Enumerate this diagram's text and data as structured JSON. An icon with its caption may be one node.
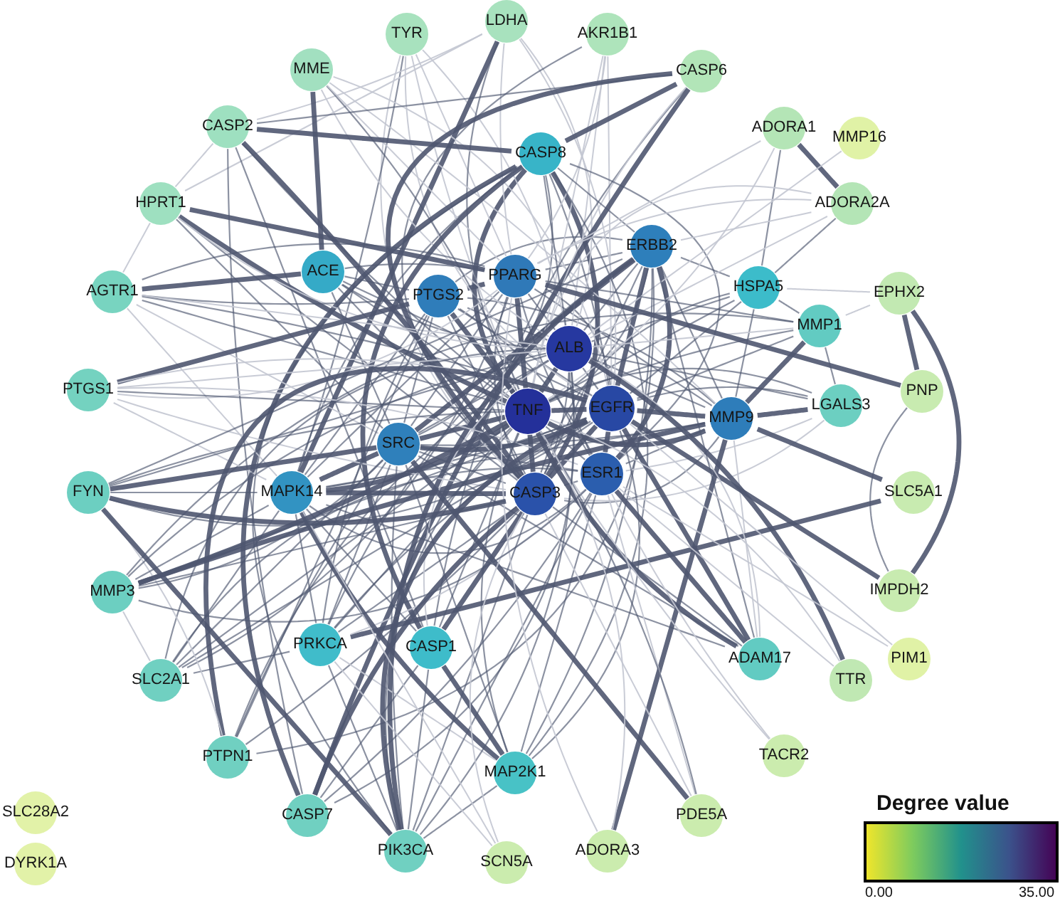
{
  "diagram": {
    "nodes": [
      {
        "text": [
          "TYR"
        ]
      },
      {
        "text": [
          "LDHA"
        ]
      },
      {
        "text": [
          "AKR1B1"
        ]
      },
      {
        "text": [
          "MME"
        ]
      },
      {
        "text": [
          "CASP6"
        ]
      },
      {
        "text": [
          "CASP2"
        ]
      },
      {
        "text": [
          "CASP8"
        ]
      },
      {
        "text": [
          "ADORA1"
        ]
      },
      {
        "text": [
          "MMP16"
        ]
      },
      {
        "text": [
          "HPRT1"
        ]
      },
      {
        "text": [
          "ADORA2A"
        ]
      },
      {
        "text": [
          "ERBB2"
        ]
      },
      {
        "text": [
          "ACE"
        ]
      },
      {
        "text": [
          "PPARG"
        ]
      },
      {
        "text": [
          "AGTR1"
        ]
      },
      {
        "text": [
          "PTGS2"
        ]
      },
      {
        "text": [
          "HSPA5"
        ]
      },
      {
        "text": [
          "EPHX2"
        ]
      },
      {
        "text": [
          "MMP1"
        ]
      },
      {
        "text": [
          "ALB"
        ]
      },
      {
        "text": [
          "PTGS1"
        ]
      },
      {
        "text": [
          "PNP"
        ]
      },
      {
        "text": [
          "TNF"
        ]
      },
      {
        "text": [
          "EGFR"
        ]
      },
      {
        "text": [
          "LGALS3"
        ]
      },
      {
        "text": [
          "MMP9"
        ]
      },
      {
        "text": [
          "SRC"
        ]
      },
      {
        "text": [
          "ESR1"
        ]
      },
      {
        "text": [
          "CASP3"
        ]
      },
      {
        "text": [
          "MAPK14"
        ]
      },
      {
        "text": [
          "FYN"
        ]
      },
      {
        "text": [
          "SLC5A1"
        ]
      },
      {
        "text": [
          "MMP3"
        ]
      },
      {
        "text": [
          "IMPDH2"
        ]
      },
      {
        "text": [
          "PRKCA"
        ]
      },
      {
        "text": [
          "CASP1"
        ]
      },
      {
        "text": [
          "ADAM17"
        ]
      },
      {
        "text": [
          "TTR"
        ]
      },
      {
        "text": [
          "PIM1"
        ]
      },
      {
        "text": [
          "SLC2A1"
        ]
      },
      {
        "text": [
          "PTPN1"
        ]
      },
      {
        "text": [
          "MAP2K1"
        ]
      },
      {
        "text": [
          "TACR2"
        ]
      },
      {
        "text": [
          "CASP7"
        ]
      },
      {
        "text": [
          "PDE5A"
        ]
      },
      {
        "text": [
          "PIK3CA"
        ]
      },
      {
        "text": [
          "SCN5A"
        ]
      },
      {
        "text": [
          "ADORA3"
        ]
      },
      {
        "text": [
          "SLC28A2"
        ]
      },
      {
        "text": [
          "DYRK1A"
        ]
      }
    ],
    "edges": [
      {
        "from": 22,
        "to": 23,
        "arrow": "none",
        "style": "thick"
      },
      {
        "from": 22,
        "to": 19,
        "arrow": "none",
        "style": "thick"
      },
      {
        "from": 22,
        "to": 28,
        "arrow": "none",
        "style": "thick"
      },
      {
        "from": 22,
        "to": 27,
        "arrow": "none"
      },
      {
        "from": 22,
        "to": 13,
        "arrow": "none",
        "style": "thick"
      },
      {
        "from": 22,
        "to": 11,
        "arrow": "none"
      },
      {
        "from": 22,
        "to": 25,
        "arrow": "none",
        "style": "thick"
      },
      {
        "from": 22,
        "to": 26,
        "arrow": "none",
        "style": "thick"
      },
      {
        "from": 22,
        "to": 15,
        "arrow": "none",
        "style": "thick"
      },
      {
        "from": 22,
        "to": 29,
        "arrow": "none",
        "style": "thick"
      },
      {
        "from": 22,
        "to": 6,
        "arrow": "none",
        "style": "thick"
      },
      {
        "from": 22,
        "to": 12,
        "arrow": "none"
      },
      {
        "from": 22,
        "to": 16,
        "arrow": "none"
      },
      {
        "from": 23,
        "to": 19,
        "arrow": "none"
      },
      {
        "from": 23,
        "to": 28,
        "arrow": "none",
        "style": "thick"
      },
      {
        "from": 23,
        "to": 27,
        "arrow": "none",
        "style": "thick"
      },
      {
        "from": 23,
        "to": 13,
        "arrow": "none"
      },
      {
        "from": 23,
        "to": 11,
        "arrow": "none",
        "style": "thick"
      },
      {
        "from": 23,
        "to": 25,
        "arrow": "none",
        "style": "thick"
      },
      {
        "from": 23,
        "to": 26,
        "arrow": "none",
        "style": "thick"
      },
      {
        "from": 23,
        "to": 15,
        "arrow": "none"
      },
      {
        "from": 23,
        "to": 29,
        "arrow": "none"
      },
      {
        "from": 23,
        "to": 6,
        "arrow": "none"
      },
      {
        "from": 23,
        "to": 12,
        "arrow": "none"
      },
      {
        "from": 23,
        "to": 16,
        "arrow": "none"
      },
      {
        "from": 19,
        "to": 28,
        "arrow": "none"
      },
      {
        "from": 19,
        "to": 27,
        "arrow": "none"
      },
      {
        "from": 19,
        "to": 13,
        "arrow": "none"
      },
      {
        "from": 19,
        "to": 11,
        "arrow": "none"
      },
      {
        "from": 19,
        "to": 25,
        "arrow": "none"
      },
      {
        "from": 19,
        "to": 26,
        "arrow": "none"
      },
      {
        "from": 19,
        "to": 15,
        "arrow": "none"
      },
      {
        "from": 19,
        "to": 12,
        "arrow": "none"
      },
      {
        "from": 19,
        "to": 16,
        "arrow": "none"
      },
      {
        "from": 28,
        "to": 27,
        "arrow": "none"
      },
      {
        "from": 28,
        "to": 13,
        "arrow": "none"
      },
      {
        "from": 28,
        "to": 11,
        "arrow": "none"
      },
      {
        "from": 28,
        "to": 25,
        "arrow": "none"
      },
      {
        "from": 28,
        "to": 26,
        "arrow": "none"
      },
      {
        "from": 28,
        "to": 15,
        "arrow": "none"
      },
      {
        "from": 28,
        "to": 29,
        "arrow": "none",
        "style": "thick"
      },
      {
        "from": 28,
        "to": 6,
        "arrow": "none",
        "style": "thick"
      },
      {
        "from": 28,
        "to": 16,
        "arrow": "none"
      },
      {
        "from": 27,
        "to": 13,
        "arrow": "none"
      },
      {
        "from": 27,
        "to": 11,
        "arrow": "none",
        "style": "thick"
      },
      {
        "from": 27,
        "to": 25,
        "arrow": "none"
      },
      {
        "from": 27,
        "to": 26,
        "arrow": "none"
      },
      {
        "from": 27,
        "to": 15,
        "arrow": "none"
      },
      {
        "from": 27,
        "to": 29,
        "arrow": "none"
      },
      {
        "from": 13,
        "to": 11,
        "arrow": "none"
      },
      {
        "from": 13,
        "to": 25,
        "arrow": "none"
      },
      {
        "from": 13,
        "to": 26,
        "arrow": "none"
      },
      {
        "from": 13,
        "to": 15,
        "arrow": "none",
        "style": "thick"
      },
      {
        "from": 13,
        "to": 29,
        "arrow": "none"
      },
      {
        "from": 13,
        "to": 12,
        "arrow": "none"
      },
      {
        "from": 11,
        "to": 25,
        "arrow": "none"
      },
      {
        "from": 11,
        "to": 26,
        "arrow": "none",
        "style": "thick"
      },
      {
        "from": 11,
        "to": 15,
        "arrow": "none"
      },
      {
        "from": 11,
        "to": 16,
        "arrow": "none"
      },
      {
        "from": 25,
        "to": 26,
        "arrow": "none"
      },
      {
        "from": 25,
        "to": 15,
        "arrow": "none"
      },
      {
        "from": 25,
        "to": 29,
        "arrow": "none"
      },
      {
        "from": 25,
        "to": 16,
        "arrow": "none"
      },
      {
        "from": 26,
        "to": 15,
        "arrow": "none"
      },
      {
        "from": 26,
        "to": 29,
        "arrow": "none",
        "style": "thick"
      },
      {
        "from": 26,
        "to": 6,
        "arrow": "none"
      },
      {
        "from": 15,
        "to": 29,
        "arrow": "none"
      },
      {
        "from": 15,
        "to": 12,
        "arrow": "none"
      },
      {
        "from": 29,
        "to": 6,
        "arrow": "none"
      },
      {
        "from": 0,
        "to": 19,
        "arrow": "none",
        "color": "#c3c7d2"
      },
      {
        "from": 0,
        "to": 13,
        "arrow": "none",
        "color": "#c3c7d2"
      },
      {
        "from": 0,
        "to": 22,
        "arrow": "none",
        "color": "#c3c7d2"
      },
      {
        "from": 0,
        "to": 23,
        "arrow": "none",
        "color": "#c3c7d2"
      },
      {
        "from": 0,
        "to": 28,
        "arrow": "none",
        "color": "#c3c7d2"
      },
      {
        "from": 0,
        "to": 29,
        "arrow": "none"
      },
      {
        "from": 1,
        "to": 29,
        "arrow": "none",
        "style": "thick"
      },
      {
        "from": 1,
        "to": 22,
        "arrow": "none"
      },
      {
        "from": 1,
        "to": 19,
        "arrow": "none",
        "color": "#c3c7d2"
      },
      {
        "from": 1,
        "to": 9,
        "arrow": "none",
        "color": "#c3c7d2"
      },
      {
        "from": 1,
        "to": 5,
        "arrow": "none",
        "color": "#c3c7d2"
      },
      {
        "from": 1,
        "to": 13,
        "arrow": "none",
        "color": "#c3c7d2"
      },
      {
        "from": 1,
        "to": 23,
        "arrow": "none",
        "color": "#c3c7d2"
      },
      {
        "from": 2,
        "to": 19,
        "arrow": "none",
        "color": "#c3c7d2"
      },
      {
        "from": 2,
        "to": 13,
        "arrow": "none",
        "color": "#c3c7d2"
      },
      {
        "from": 2,
        "to": 22,
        "arrow": "none",
        "color": "#c3c7d2"
      },
      {
        "from": 2,
        "to": 23,
        "arrow": "none",
        "color": "#c3c7d2"
      },
      {
        "from": 2,
        "to": 28,
        "arrow": "none"
      },
      {
        "from": 3,
        "to": 12,
        "arrow": "none",
        "style": "thick"
      },
      {
        "from": 3,
        "to": 19,
        "arrow": "none",
        "color": "#c3c7d2"
      },
      {
        "from": 3,
        "to": 22,
        "arrow": "none"
      },
      {
        "from": 3,
        "to": 23,
        "arrow": "none",
        "color": "#c3c7d2"
      },
      {
        "from": 3,
        "to": 25,
        "arrow": "none",
        "color": "#c3c7d2"
      },
      {
        "from": 3,
        "to": 13,
        "arrow": "none",
        "color": "#c3c7d2"
      },
      {
        "from": 4,
        "to": 6,
        "arrow": "none",
        "style": "thick"
      },
      {
        "from": 4,
        "to": 28,
        "arrow": "none",
        "style": "thick"
      },
      {
        "from": 4,
        "to": 43,
        "arrow": "none",
        "style": "thick"
      },
      {
        "from": 4,
        "to": 35,
        "arrow": "none"
      },
      {
        "from": 4,
        "to": 5,
        "arrow": "none"
      },
      {
        "from": 4,
        "to": 22,
        "arrow": "none",
        "color": "#c3c7d2"
      },
      {
        "from": 5,
        "to": 6,
        "arrow": "none",
        "style": "thick"
      },
      {
        "from": 5,
        "to": 28,
        "arrow": "none",
        "style": "thick"
      },
      {
        "from": 5,
        "to": 43,
        "arrow": "none"
      },
      {
        "from": 5,
        "to": 35,
        "arrow": "none"
      },
      {
        "from": 5,
        "to": 9,
        "arrow": "none",
        "color": "#c3c7d2"
      },
      {
        "from": 5,
        "to": 22,
        "arrow": "none"
      },
      {
        "from": 6,
        "to": 43,
        "arrow": "none",
        "style": "thick"
      },
      {
        "from": 6,
        "to": 35,
        "arrow": "none",
        "style": "thick"
      },
      {
        "from": 6,
        "to": 27,
        "arrow": "none"
      },
      {
        "from": 6,
        "to": 45,
        "arrow": "none"
      },
      {
        "from": 6,
        "to": 19,
        "arrow": "none"
      },
      {
        "from": 6,
        "to": 11,
        "arrow": "none"
      },
      {
        "from": 6,
        "to": 41,
        "arrow": "none"
      },
      {
        "from": 7,
        "to": 10,
        "arrow": "none",
        "style": "thick"
      },
      {
        "from": 7,
        "to": 16,
        "arrow": "none"
      },
      {
        "from": 7,
        "to": 13,
        "arrow": "none",
        "color": "#c3c7d2"
      },
      {
        "from": 7,
        "to": 22,
        "arrow": "none",
        "color": "#c3c7d2"
      },
      {
        "from": 8,
        "to": 19,
        "arrow": "none",
        "color": "#c3c7d2"
      },
      {
        "from": 9,
        "to": 14,
        "arrow": "none",
        "color": "#c3c7d2"
      },
      {
        "from": 9,
        "to": 13,
        "arrow": "none",
        "style": "thick"
      },
      {
        "from": 9,
        "to": 22,
        "arrow": "none",
        "style": "thick"
      },
      {
        "from": 9,
        "to": 28,
        "arrow": "none"
      },
      {
        "from": 9,
        "to": 26,
        "arrow": "none"
      },
      {
        "from": 9,
        "to": 19,
        "arrow": "none",
        "color": "#c3c7d2"
      },
      {
        "from": 10,
        "to": 11,
        "arrow": "none",
        "color": "#c3c7d2"
      },
      {
        "from": 10,
        "to": 13,
        "arrow": "none",
        "color": "#c3c7d2"
      },
      {
        "from": 10,
        "to": 16,
        "arrow": "none"
      },
      {
        "from": 10,
        "to": 22,
        "arrow": "none",
        "color": "#c3c7d2"
      },
      {
        "from": 10,
        "to": 19,
        "arrow": "none",
        "color": "#c3c7d2"
      },
      {
        "from": 11,
        "to": 45,
        "arrow": "none",
        "style": "thick"
      },
      {
        "from": 11,
        "to": 40,
        "arrow": "none"
      },
      {
        "from": 11,
        "to": 34,
        "arrow": "none"
      },
      {
        "from": 11,
        "to": 41,
        "arrow": "none"
      },
      {
        "from": 12,
        "to": 14,
        "arrow": "none",
        "style": "thick"
      },
      {
        "from": 12,
        "to": 28,
        "arrow": "none"
      },
      {
        "from": 12,
        "to": 26,
        "arrow": "none"
      },
      {
        "from": 14,
        "to": 13,
        "arrow": "none"
      },
      {
        "from": 14,
        "to": 15,
        "arrow": "none"
      },
      {
        "from": 14,
        "to": 22,
        "arrow": "none"
      },
      {
        "from": 14,
        "to": 23,
        "arrow": "none"
      },
      {
        "from": 14,
        "to": 19,
        "arrow": "none",
        "color": "#c3c7d2"
      },
      {
        "from": 14,
        "to": 26,
        "arrow": "none",
        "color": "#c3c7d2"
      },
      {
        "from": 14,
        "to": 29,
        "arrow": "none",
        "color": "#c3c7d2"
      },
      {
        "from": 16,
        "to": 17,
        "arrow": "none",
        "color": "#c3c7d2"
      },
      {
        "from": 16,
        "to": 18,
        "arrow": "none"
      },
      {
        "from": 17,
        "to": 21,
        "arrow": "none",
        "style": "thick"
      },
      {
        "from": 17,
        "to": 33,
        "arrow": "none",
        "style": "thick"
      },
      {
        "from": 17,
        "to": 18,
        "arrow": "none",
        "color": "#c3c7d2"
      },
      {
        "from": 18,
        "to": 25,
        "arrow": "none",
        "style": "thick"
      },
      {
        "from": 18,
        "to": 24,
        "arrow": "none"
      },
      {
        "from": 18,
        "to": 22,
        "arrow": "none"
      },
      {
        "from": 18,
        "to": 23,
        "arrow": "none"
      },
      {
        "from": 18,
        "to": 13,
        "arrow": "none"
      },
      {
        "from": 18,
        "to": 32,
        "arrow": "none"
      },
      {
        "from": 18,
        "to": 19,
        "arrow": "none",
        "color": "#c3c7d2"
      },
      {
        "from": 20,
        "to": 15,
        "arrow": "none",
        "style": "thick"
      },
      {
        "from": 20,
        "to": 13,
        "arrow": "none",
        "color": "#c3c7d2"
      },
      {
        "from": 20,
        "to": 22,
        "arrow": "none"
      },
      {
        "from": 20,
        "to": 19,
        "arrow": "none",
        "color": "#c3c7d2"
      },
      {
        "from": 20,
        "to": 27,
        "arrow": "none",
        "color": "#c3c7d2"
      },
      {
        "from": 20,
        "to": 28,
        "arrow": "none",
        "color": "#c3c7d2"
      },
      {
        "from": 20,
        "to": 29,
        "arrow": "none",
        "color": "#c3c7d2"
      },
      {
        "from": 20,
        "to": 23,
        "arrow": "none",
        "color": "#c3c7d2"
      },
      {
        "from": 21,
        "to": 33,
        "arrow": "none"
      },
      {
        "from": 21,
        "to": 13,
        "arrow": "none",
        "style": "thick"
      },
      {
        "from": 24,
        "to": 25,
        "arrow": "none",
        "style": "thick"
      },
      {
        "from": 24,
        "to": 22,
        "arrow": "none"
      },
      {
        "from": 24,
        "to": 23,
        "arrow": "none"
      },
      {
        "from": 24,
        "to": 19,
        "arrow": "none"
      },
      {
        "from": 24,
        "to": 28,
        "arrow": "none",
        "color": "#c3c7d2"
      },
      {
        "from": 24,
        "to": 27,
        "arrow": "none",
        "color": "#c3c7d2"
      },
      {
        "from": 25,
        "to": 32,
        "arrow": "none",
        "style": "thick"
      },
      {
        "from": 25,
        "to": 31,
        "arrow": "none",
        "style": "thick"
      },
      {
        "from": 25,
        "to": 36,
        "arrow": "none",
        "color": "#c3c7d2"
      },
      {
        "from": 25,
        "to": 47,
        "arrow": "none",
        "style": "thick"
      },
      {
        "from": 33,
        "to": 23,
        "arrow": "none",
        "style": "thick"
      },
      {
        "from": 34,
        "to": 39,
        "arrow": "none"
      },
      {
        "from": 34,
        "to": 31,
        "arrow": "none",
        "style": "thick"
      },
      {
        "from": 34,
        "to": 23,
        "arrow": "none"
      },
      {
        "from": 34,
        "to": 26,
        "arrow": "none"
      },
      {
        "from": 34,
        "to": 22,
        "arrow": "none"
      },
      {
        "from": 34,
        "to": 29,
        "arrow": "none"
      },
      {
        "from": 34,
        "to": 45,
        "arrow": "none"
      },
      {
        "from": 34,
        "to": 28,
        "arrow": "none"
      },
      {
        "from": 34,
        "to": 27,
        "arrow": "none",
        "color": "#c3c7d2"
      },
      {
        "from": 34,
        "to": 15,
        "arrow": "none"
      },
      {
        "from": 35,
        "to": 28,
        "arrow": "none",
        "style": "thick"
      },
      {
        "from": 35,
        "to": 43,
        "arrow": "none"
      },
      {
        "from": 35,
        "to": 22,
        "arrow": "none"
      },
      {
        "from": 35,
        "to": 41,
        "arrow": "none",
        "style": "thick"
      },
      {
        "from": 35,
        "to": 19,
        "arrow": "none",
        "color": "#c3c7d2"
      },
      {
        "from": 35,
        "to": 29,
        "arrow": "none"
      },
      {
        "from": 35,
        "to": 45,
        "arrow": "none"
      },
      {
        "from": 36,
        "to": 22,
        "arrow": "none",
        "style": "thick"
      },
      {
        "from": 36,
        "to": 23,
        "arrow": "none",
        "style": "thick"
      },
      {
        "from": 36,
        "to": 27,
        "arrow": "none",
        "style": "thick"
      },
      {
        "from": 36,
        "to": 26,
        "arrow": "none"
      },
      {
        "from": 36,
        "to": 28,
        "arrow": "none"
      },
      {
        "from": 36,
        "to": 19,
        "arrow": "none",
        "color": "#c3c7d2"
      },
      {
        "from": 36,
        "to": 29,
        "arrow": "none"
      },
      {
        "from": 36,
        "to": 11,
        "arrow": "none"
      },
      {
        "from": 37,
        "to": 19,
        "arrow": "none",
        "style": "thick"
      },
      {
        "from": 37,
        "to": 27,
        "arrow": "none",
        "color": "#c3c7d2"
      },
      {
        "from": 37,
        "to": 22,
        "arrow": "none",
        "color": "#c3c7d2"
      },
      {
        "from": 38,
        "to": 23,
        "arrow": "none",
        "color": "#c3c7d2"
      },
      {
        "from": 38,
        "to": 27,
        "arrow": "none",
        "color": "#c3c7d2"
      },
      {
        "from": 39,
        "to": 26,
        "arrow": "none"
      },
      {
        "from": 39,
        "to": 22,
        "arrow": "none"
      },
      {
        "from": 39,
        "to": 23,
        "arrow": "none"
      },
      {
        "from": 39,
        "to": 19,
        "arrow": "none"
      },
      {
        "from": 39,
        "to": 29,
        "arrow": "none"
      },
      {
        "from": 39,
        "to": 27,
        "arrow": "none"
      },
      {
        "from": 39,
        "to": 32,
        "arrow": "none",
        "color": "#c3c7d2"
      },
      {
        "from": 39,
        "to": 13,
        "arrow": "none"
      },
      {
        "from": 40,
        "to": 26,
        "arrow": "none"
      },
      {
        "from": 40,
        "to": 23,
        "arrow": "none",
        "style": "thick"
      },
      {
        "from": 40,
        "to": 28,
        "arrow": "none"
      },
      {
        "from": 40,
        "to": 15,
        "arrow": "none"
      },
      {
        "from": 40,
        "to": 19,
        "arrow": "none"
      },
      {
        "from": 40,
        "to": 30,
        "arrow": "none",
        "color": "#c3c7d2"
      },
      {
        "from": 41,
        "to": 29,
        "arrow": "none",
        "style": "thick"
      },
      {
        "from": 41,
        "to": 45,
        "arrow": "none"
      },
      {
        "from": 41,
        "to": 23,
        "arrow": "none"
      },
      {
        "from": 41,
        "to": 26,
        "arrow": "none"
      },
      {
        "from": 41,
        "to": 27,
        "arrow": "none"
      },
      {
        "from": 41,
        "to": 22,
        "arrow": "none"
      },
      {
        "from": 41,
        "to": 34,
        "arrow": "none",
        "color": "#c3c7d2"
      },
      {
        "from": 42,
        "to": 27,
        "arrow": "none",
        "color": "#c3c7d2"
      },
      {
        "from": 42,
        "to": 22,
        "arrow": "none",
        "color": "#c3c7d2"
      },
      {
        "from": 43,
        "to": 28,
        "arrow": "none",
        "style": "thick"
      },
      {
        "from": 43,
        "to": 27,
        "arrow": "none"
      },
      {
        "from": 43,
        "to": 19,
        "arrow": "none"
      },
      {
        "from": 44,
        "to": 26,
        "arrow": "none",
        "style": "thick"
      },
      {
        "from": 44,
        "to": 28,
        "arrow": "none",
        "color": "#c3c7d2"
      },
      {
        "from": 44,
        "to": 27,
        "arrow": "none",
        "color": "#c3c7d2"
      },
      {
        "from": 44,
        "to": 22,
        "arrow": "none"
      },
      {
        "from": 45,
        "to": 23,
        "arrow": "none",
        "style": "thick"
      },
      {
        "from": 45,
        "to": 26,
        "arrow": "none"
      },
      {
        "from": 45,
        "to": 27,
        "arrow": "none"
      },
      {
        "from": 45,
        "to": 28,
        "arrow": "none"
      },
      {
        "from": 45,
        "to": 30,
        "arrow": "none",
        "style": "thick"
      },
      {
        "from": 45,
        "to": 22,
        "arrow": "none"
      },
      {
        "from": 45,
        "to": 19,
        "arrow": "none"
      },
      {
        "from": 46,
        "to": 29,
        "arrow": "none",
        "color": "#c3c7d2"
      },
      {
        "from": 46,
        "to": 28,
        "arrow": "none",
        "color": "#c3c7d2"
      },
      {
        "from": 46,
        "to": 34,
        "arrow": "none",
        "color": "#c3c7d2"
      },
      {
        "from": 47,
        "to": 22,
        "arrow": "none",
        "color": "#c3c7d2"
      },
      {
        "from": 47,
        "to": 13,
        "arrow": "none",
        "color": "#c3c7d2"
      },
      {
        "from": 30,
        "to": 26,
        "arrow": "none",
        "style": "thick"
      },
      {
        "from": 30,
        "to": 29,
        "arrow": "none"
      },
      {
        "from": 30,
        "to": 28,
        "arrow": "none",
        "style": "thick"
      },
      {
        "from": 30,
        "to": 23,
        "arrow": "none"
      },
      {
        "from": 30,
        "to": 22,
        "arrow": "none"
      },
      {
        "from": 30,
        "to": 19,
        "arrow": "none"
      },
      {
        "from": 30,
        "to": 11,
        "arrow": "none"
      },
      {
        "from": 32,
        "to": 22,
        "arrow": "none",
        "style": "thick"
      },
      {
        "from": 32,
        "to": 23,
        "arrow": "none"
      },
      {
        "from": 32,
        "to": 28,
        "arrow": "none"
      },
      {
        "from": 32,
        "to": 29,
        "arrow": "none"
      },
      {
        "from": 32,
        "to": 26,
        "arrow": "none"
      },
      {
        "from": 32,
        "to": 19,
        "arrow": "none"
      },
      {
        "from": 32,
        "to": 27,
        "arrow": "none"
      }
    ],
    "labels": [
      "Degree value",
      "0.00",
      "35.00"
    ]
  }
}
